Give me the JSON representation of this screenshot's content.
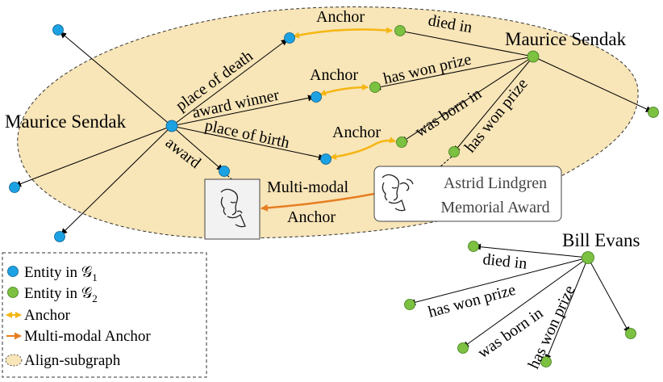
{
  "colors": {
    "g1_node": "#1ca2e3",
    "g2_node": "#7cc142",
    "anchor": "#f5b614",
    "multimodal_anchor": "#e67e22",
    "subgraph_fill": "#f8e5b8"
  },
  "graph1": {
    "center_label": "Maurice Sendak",
    "edges": {
      "place_of_death": "place of death",
      "award_winner": "award winner",
      "place_of_birth": "place of birth",
      "award": "award"
    }
  },
  "graph2": {
    "center_label": "Maurice Sendak",
    "edges": {
      "died_in": "died in",
      "has_won_prize_1": "has won prize",
      "was_born_in": "was born in",
      "has_won_prize_2": "has won prize"
    },
    "award_image": {
      "icon": "portrait-sketch-icon",
      "title_line1": "Astrid Lindgren",
      "title_line2": "Memorial Award"
    }
  },
  "graph3": {
    "center_label": "Bill Evans",
    "edges": {
      "died_in": "died in",
      "has_won_prize_1": "has won prize",
      "was_born_in": "was born in",
      "has_won_prize_2": "has won prize"
    }
  },
  "anchors": {
    "anchor_top": "Anchor",
    "anchor_mid": "Anchor",
    "anchor_bottom": "Anchor",
    "multimodal_line1": "Multi-modal",
    "multimodal_line2": "Anchor"
  },
  "legend": {
    "entity_g1": "Entity in 𝒢",
    "entity_g1_sub": "1",
    "entity_g2": "Entity in 𝒢",
    "entity_g2_sub": "2",
    "anchor": "Anchor",
    "multimodal_anchor": "Multi-modal Anchor",
    "align_subgraph": "Align-subgraph"
  }
}
